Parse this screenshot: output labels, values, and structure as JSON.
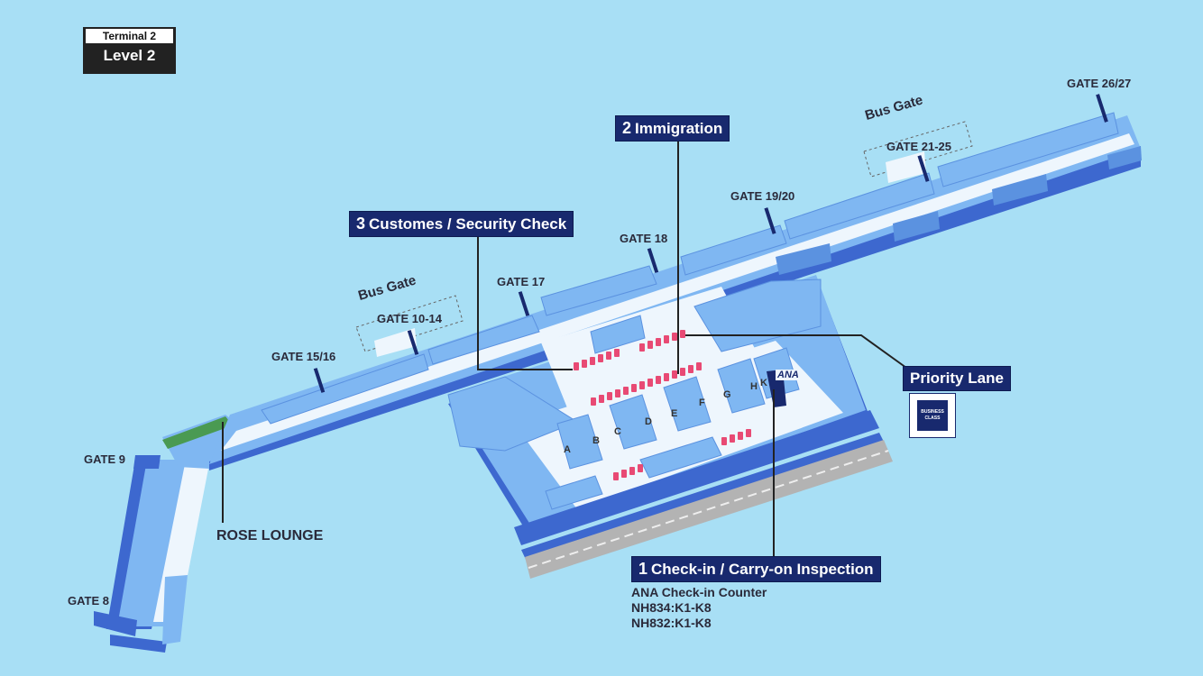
{
  "header": {
    "terminal": "Terminal 2",
    "level": "Level 2"
  },
  "steps": {
    "immigration": {
      "number": "2",
      "label": "Immigration"
    },
    "customs": {
      "number": "3",
      "label": "Customes / Security Check"
    },
    "checkin": {
      "number": "1",
      "label": "Check-in / Carry-on Inspection"
    },
    "priority": {
      "label": "Priority Lane"
    }
  },
  "gates": {
    "gate_26_27": "GATE 26/27",
    "bus_gate_right": "Bus Gate",
    "gate_21_25": "GATE 21-25",
    "gate_19_20": "GATE 19/20",
    "gate_18": "GATE 18",
    "gate_17": "GATE 17",
    "bus_gate_left": "Bus Gate",
    "gate_10_14": "GATE 10-14",
    "gate_15_16": "GATE 15/16",
    "gate_9": "GATE 9",
    "gate_8": "GATE 8"
  },
  "lounge": "ROSE LOUNGE",
  "counters": [
    "A",
    "B",
    "C",
    "D",
    "E",
    "F",
    "G",
    "H",
    "K"
  ],
  "airline_logo": "ANA",
  "business_class_sign": [
    "BUSINESS",
    "CLASS"
  ],
  "checkin_info": {
    "title": "ANA Check-in Counter",
    "flight1": "NH834:K1-K8",
    "flight2": "NH832:K1-K8"
  },
  "colors": {
    "background": "#a8dff5",
    "navy": "#18296e",
    "concourse_mid": "#7fb7f2",
    "concourse_dark": "#3d68cf",
    "floor": "#eef6fd",
    "lounge": "#4a9a52",
    "counters": "#e84a74"
  }
}
